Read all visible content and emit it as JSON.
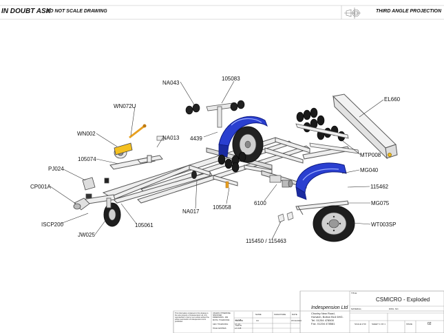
{
  "header": {
    "in_doubt": "IN DOUBT ASK",
    "do_not_scale": "DO NOT SCALE DRAWING",
    "projection": "THIRD ANGLE PROJECTION"
  },
  "callouts": {
    "na043": "NA043",
    "p105083": "105083",
    "wn072u": "WN072U",
    "wn002": "WN002",
    "na013": "NA013",
    "p4439": "4439",
    "p105074": "105074",
    "pj024": "PJ024",
    "cp001a": "CP001A",
    "iscp200": "ISCP200",
    "jw025": "JW025",
    "p105061": "105061",
    "na017": "NA017",
    "p105058": "105058",
    "p6100": "6100",
    "p115450": "115450 / 115463",
    "el660": "EL660",
    "mtp008": "MTP008",
    "mg040": "MG040",
    "p115462": "115462",
    "mg075": "MG075",
    "wt003sp": "WT003SP"
  },
  "title_block": {
    "company": "Indespension Ltd",
    "address1": "Chorley New Road,",
    "address2": "Horwich, Bolton BL6 6HG.",
    "tel": "Tel. 01204 478500",
    "fax": "Fax. 01204 478581",
    "title_label": "TITLE:",
    "title": "CSMICRO - Exploded",
    "material_label": "MATERIAL:",
    "dwg_no_label": "DWG. NO.",
    "scale": "SCALE:1:50",
    "sheet": "SHEET 1 OF 1",
    "issue_label": "ISSUE",
    "issue": "02",
    "name_col": "NAME",
    "signature_col": "SIGNATURE",
    "date_col": "DATE",
    "drawn_label": "DRAWN",
    "drawn_name": "CC",
    "drawn_date": "07/11/2024",
    "checked_label": "CHK'D",
    "note": "This information contained in this drawing is the sole property of Indespension Ltd. Any reproduction in part or as a whole without the written permission of Indespension Ltd is prohibited.",
    "tol_header": "UNLESS OTHERWISE SPECIFIED: DIMENSIONS - MM",
    "tol1": "MCHG. TOLERANCE:",
    "tol1_val": "+0 -0.25",
    "tol2": "GEN. TOLERANCE:",
    "tol2_val": "+0 -1.0",
    "tol3": "HOLE CENTRES:",
    "tol3_val": "+0 -0.25"
  }
}
